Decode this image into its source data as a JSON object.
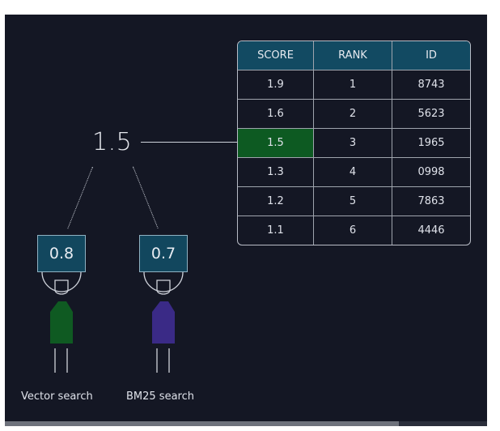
{
  "combined_score": "1.5",
  "table": {
    "headers": [
      "SCORE",
      "RANK",
      "ID"
    ],
    "rows": [
      {
        "score": "1.9",
        "rank": "1",
        "id": "8743"
      },
      {
        "score": "1.6",
        "rank": "2",
        "id": "5623"
      },
      {
        "score": "1.5",
        "rank": "3",
        "id": "1965"
      },
      {
        "score": "1.3",
        "rank": "4",
        "id": "0998"
      },
      {
        "score": "1.2",
        "rank": "5",
        "id": "7863"
      },
      {
        "score": "1.1",
        "rank": "6",
        "id": "4446"
      }
    ],
    "highlight_color": "#0d5a22",
    "header_color": "#124a62"
  },
  "agents": [
    {
      "score": "0.8",
      "label": "Vector search",
      "body_color": "#0f5a22"
    },
    {
      "score": "0.7",
      "label": "BM25 search",
      "body_color": "#3a2a86"
    }
  ],
  "colors": {
    "background": "#141724",
    "badge": "#12475e"
  }
}
